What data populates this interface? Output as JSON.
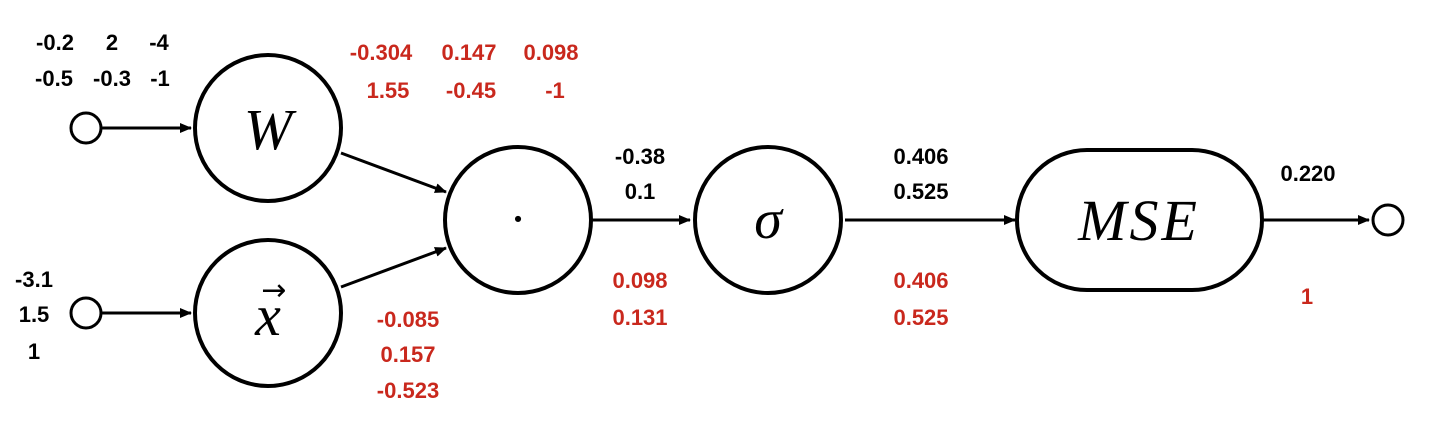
{
  "nodes": {
    "w": "W",
    "x": "x",
    "x_arrow": "→",
    "dot": "·",
    "sigma": "σ",
    "mse": "MSE"
  },
  "forward": {
    "w_row1": [
      "-0.2",
      "2",
      "-4"
    ],
    "w_row2": [
      "-0.5",
      "-0.3",
      "-1"
    ],
    "x_col": [
      "-3.1",
      "1.5",
      "1"
    ],
    "dot_out": [
      "-0.38",
      "0.1"
    ],
    "sigma_out": [
      "0.406",
      "0.525"
    ],
    "mse_out": "0.220"
  },
  "gradients": {
    "w_row1": [
      "-0.304",
      "0.147",
      "0.098"
    ],
    "w_row2": [
      "1.55",
      "-0.45",
      "-1"
    ],
    "x_col": [
      "-0.085",
      "0.157",
      "-0.523"
    ],
    "dot_out": [
      "0.098",
      "0.131"
    ],
    "sigma_out": [
      "0.406",
      "0.525"
    ],
    "mse_out": "1"
  },
  "colors": {
    "forward": "#000000",
    "gradient": "#c9281d"
  }
}
